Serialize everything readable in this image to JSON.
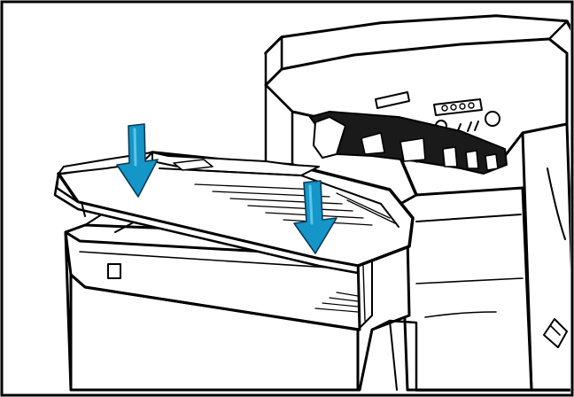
{
  "illustration": {
    "subject": "printer-output-tray-installation",
    "colors": {
      "line": "#000000",
      "fill": "#ffffff",
      "shade": "#1a1a1a",
      "arrow_fill": "#1496c8",
      "arrow_stroke": "#0a3a55",
      "border": "#000000"
    },
    "arrows": [
      {
        "name": "left-down-arrow",
        "direction": "down"
      },
      {
        "name": "right-down-arrow",
        "direction": "down"
      }
    ],
    "icons": [
      "printer-icon",
      "paper-tray-icon",
      "output-tray-icon",
      "control-panel-icon",
      "down-arrow-icon"
    ]
  }
}
